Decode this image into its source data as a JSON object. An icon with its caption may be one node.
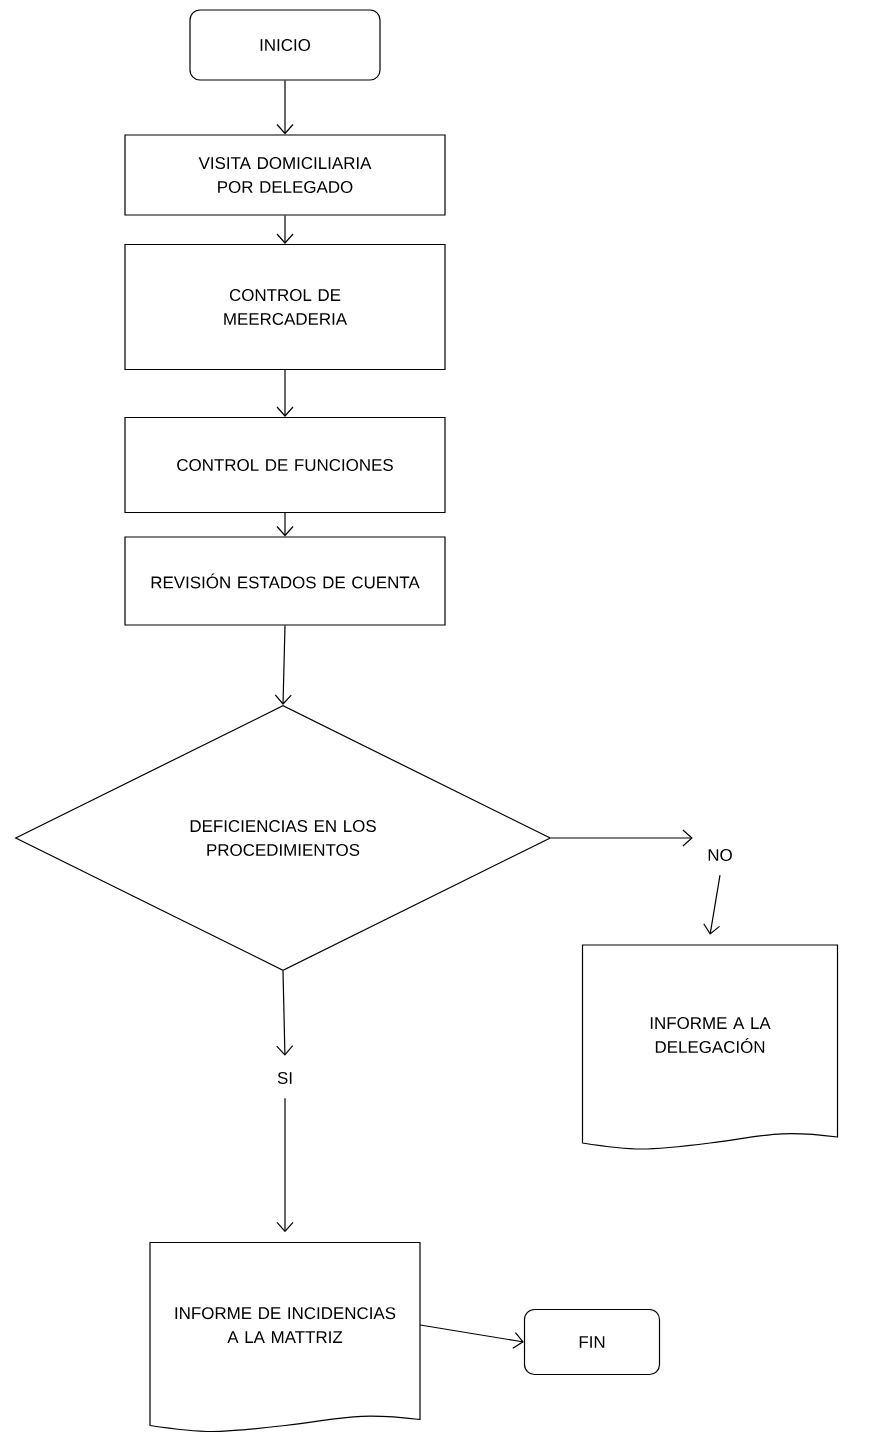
{
  "diagram": {
    "nodes": [
      {
        "text": [
          "INICIO"
        ]
      },
      {
        "text": [
          "VISITA DOMICILIARIA POR DELEGADO"
        ]
      },
      {
        "text": [
          "CONTROL DE MEERCADERIA"
        ]
      },
      {
        "text": [
          "CONTROL DE FUNCIONES"
        ]
      },
      {
        "text": [
          "REVISIÓN ESTADOS DE CUENTA"
        ]
      },
      {
        "text": [
          "DEFICIENCIAS EN LOS PROCEDIMIENTOS"
        ]
      },
      {
        "text": [
          "NO"
        ]
      },
      {
        "text": [
          "INFORME A LA DELEGACIÓN"
        ]
      },
      {
        "text": [
          "SI"
        ]
      },
      {
        "text": [
          "INFORME DE INCIDENCIAS A LA MATTRIZ"
        ]
      },
      {
        "text": [
          "FIN"
        ]
      }
    ],
    "edges": [
      {
        "from": 0,
        "to": 1,
        "arrow": "to"
      },
      {
        "from": 1,
        "to": 2,
        "arrow": "to"
      },
      {
        "from": 2,
        "to": 3,
        "arrow": "to"
      },
      {
        "from": 3,
        "to": 4,
        "arrow": "to"
      },
      {
        "from": 4,
        "to": 5,
        "arrow": "to"
      },
      {
        "from": 5,
        "to": 6,
        "arrow": "to"
      },
      {
        "from": 6,
        "to": 7,
        "arrow": "to"
      },
      {
        "from": 5,
        "to": 8,
        "arrow": "to"
      },
      {
        "from": 8,
        "to": 9,
        "arrow": "to"
      },
      {
        "from": 9,
        "to": 10,
        "arrow": "to"
      }
    ]
  }
}
